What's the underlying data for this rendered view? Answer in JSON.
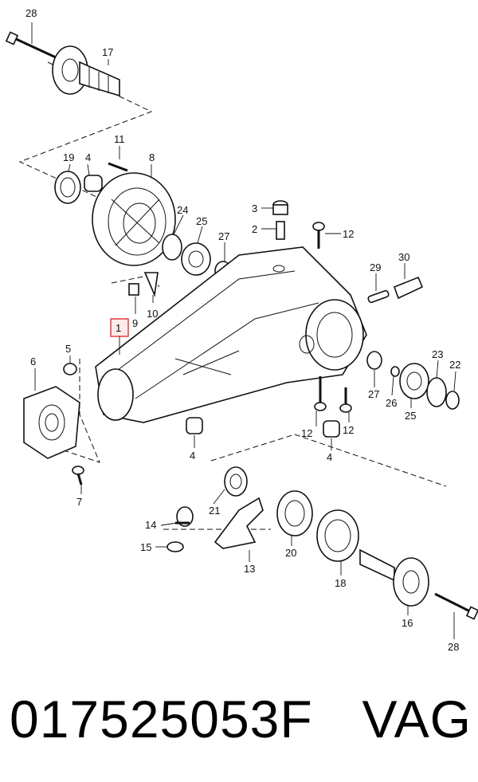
{
  "diagram": {
    "callouts": {
      "c1": "1",
      "c2": "2",
      "c3": "3",
      "c4a": "4",
      "c4b": "4",
      "c4c": "4",
      "c5": "5",
      "c6": "6",
      "c7": "7",
      "c8": "8",
      "c9": "9",
      "c10": "10",
      "c11": "11",
      "c12a": "12",
      "c12b": "12",
      "c12c": "12",
      "c13": "13",
      "c14": "14",
      "c15": "15",
      "c16": "16",
      "c17": "17",
      "c18": "18",
      "c19": "19",
      "c20": "20",
      "c21": "21",
      "c22": "22",
      "c23": "23",
      "c24": "24",
      "c25a": "25",
      "c25b": "25",
      "c26": "26",
      "c27a": "27",
      "c27b": "27",
      "c28a": "28",
      "c28b": "28",
      "c29": "29",
      "c30": "30"
    },
    "highlight_color": "#e03030"
  },
  "footer": {
    "part_number": "017525053F",
    "brand": "VAG"
  }
}
